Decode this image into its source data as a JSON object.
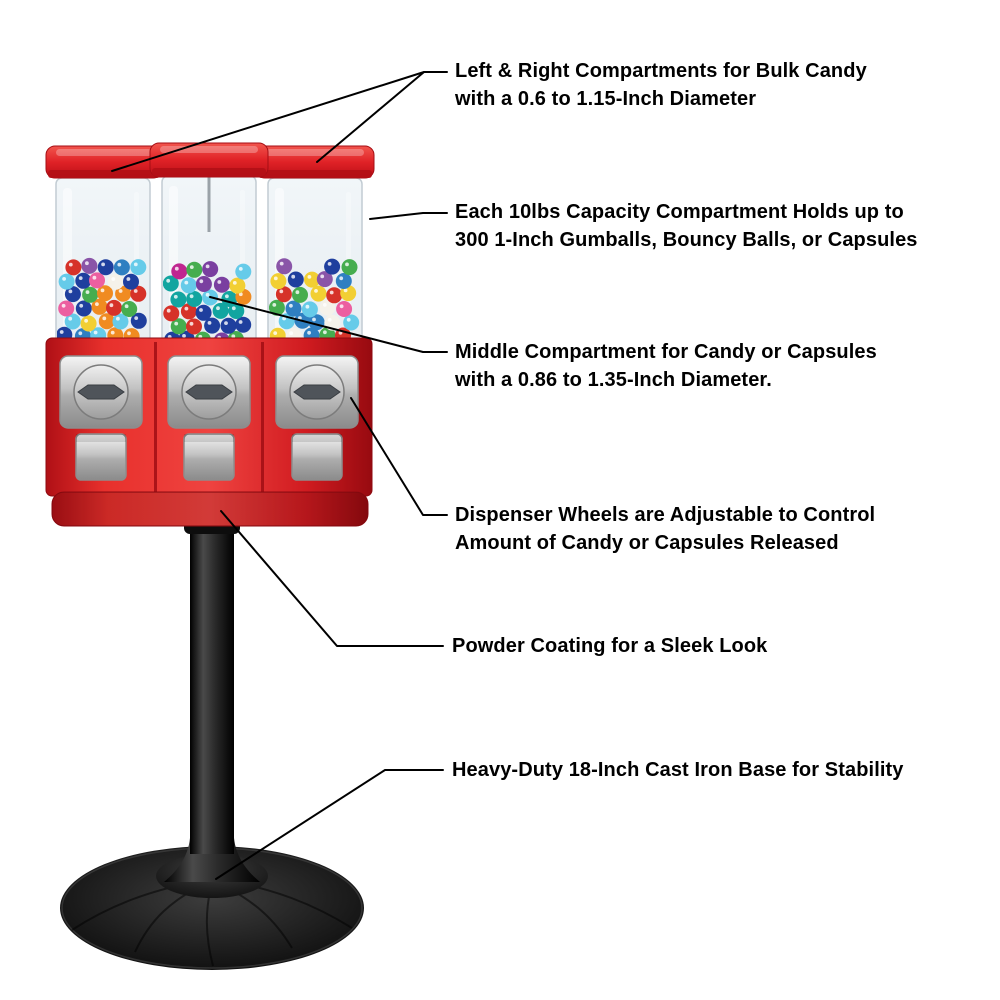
{
  "page": {
    "background": "#ffffff"
  },
  "machine": {
    "colors": {
      "machine_red": "#e02227",
      "machine_red_dark": "#a90d14",
      "chrome": "#c2c2c2",
      "knob_bar_gray": "#4f545a",
      "stand_black": "#111111",
      "glass_tint": "#e9f0f4",
      "text": "#000000",
      "leader_line": "#000000"
    },
    "gumball_palette": [
      "#d63229",
      "#f08b21",
      "#f2cf33",
      "#46ad4f",
      "#2f7fc1",
      "#66cbe9",
      "#ec5fa0",
      "#8a55a8",
      "#f5f2ea",
      "#1f3f9e"
    ],
    "middle_palette": [
      "#1f3f9e",
      "#12a5a0",
      "#c02690",
      "#d63229",
      "#f2cf33",
      "#46ad4f",
      "#7a3fa0",
      "#f08b21",
      "#66cbe9"
    ]
  },
  "callouts": [
    {
      "id": "bulk-compartments",
      "lines": [
        "Left & Right Compartments for Bulk Candy",
        "with a 0.6 to 1.15-Inch Diameter"
      ]
    },
    {
      "id": "capacity",
      "lines": [
        "Each 10lbs Capacity Compartment Holds up to",
        "300 1-Inch Gumballs, Bouncy Balls, or Capsules"
      ]
    },
    {
      "id": "middle-compartment",
      "lines": [
        "Middle Compartment for Candy or Capsules",
        "with a 0.86 to 1.35-Inch Diameter."
      ]
    },
    {
      "id": "dispenser-wheels",
      "lines": [
        "Dispenser Wheels are Adjustable to Control",
        "Amount of Candy or Capsules Released"
      ]
    },
    {
      "id": "powder-coating",
      "lines": [
        "Powder Coating for a Sleek Look"
      ]
    },
    {
      "id": "cast-iron-base",
      "lines": [
        "Heavy-Duty 18-Inch Cast Iron Base for Stability"
      ]
    }
  ]
}
